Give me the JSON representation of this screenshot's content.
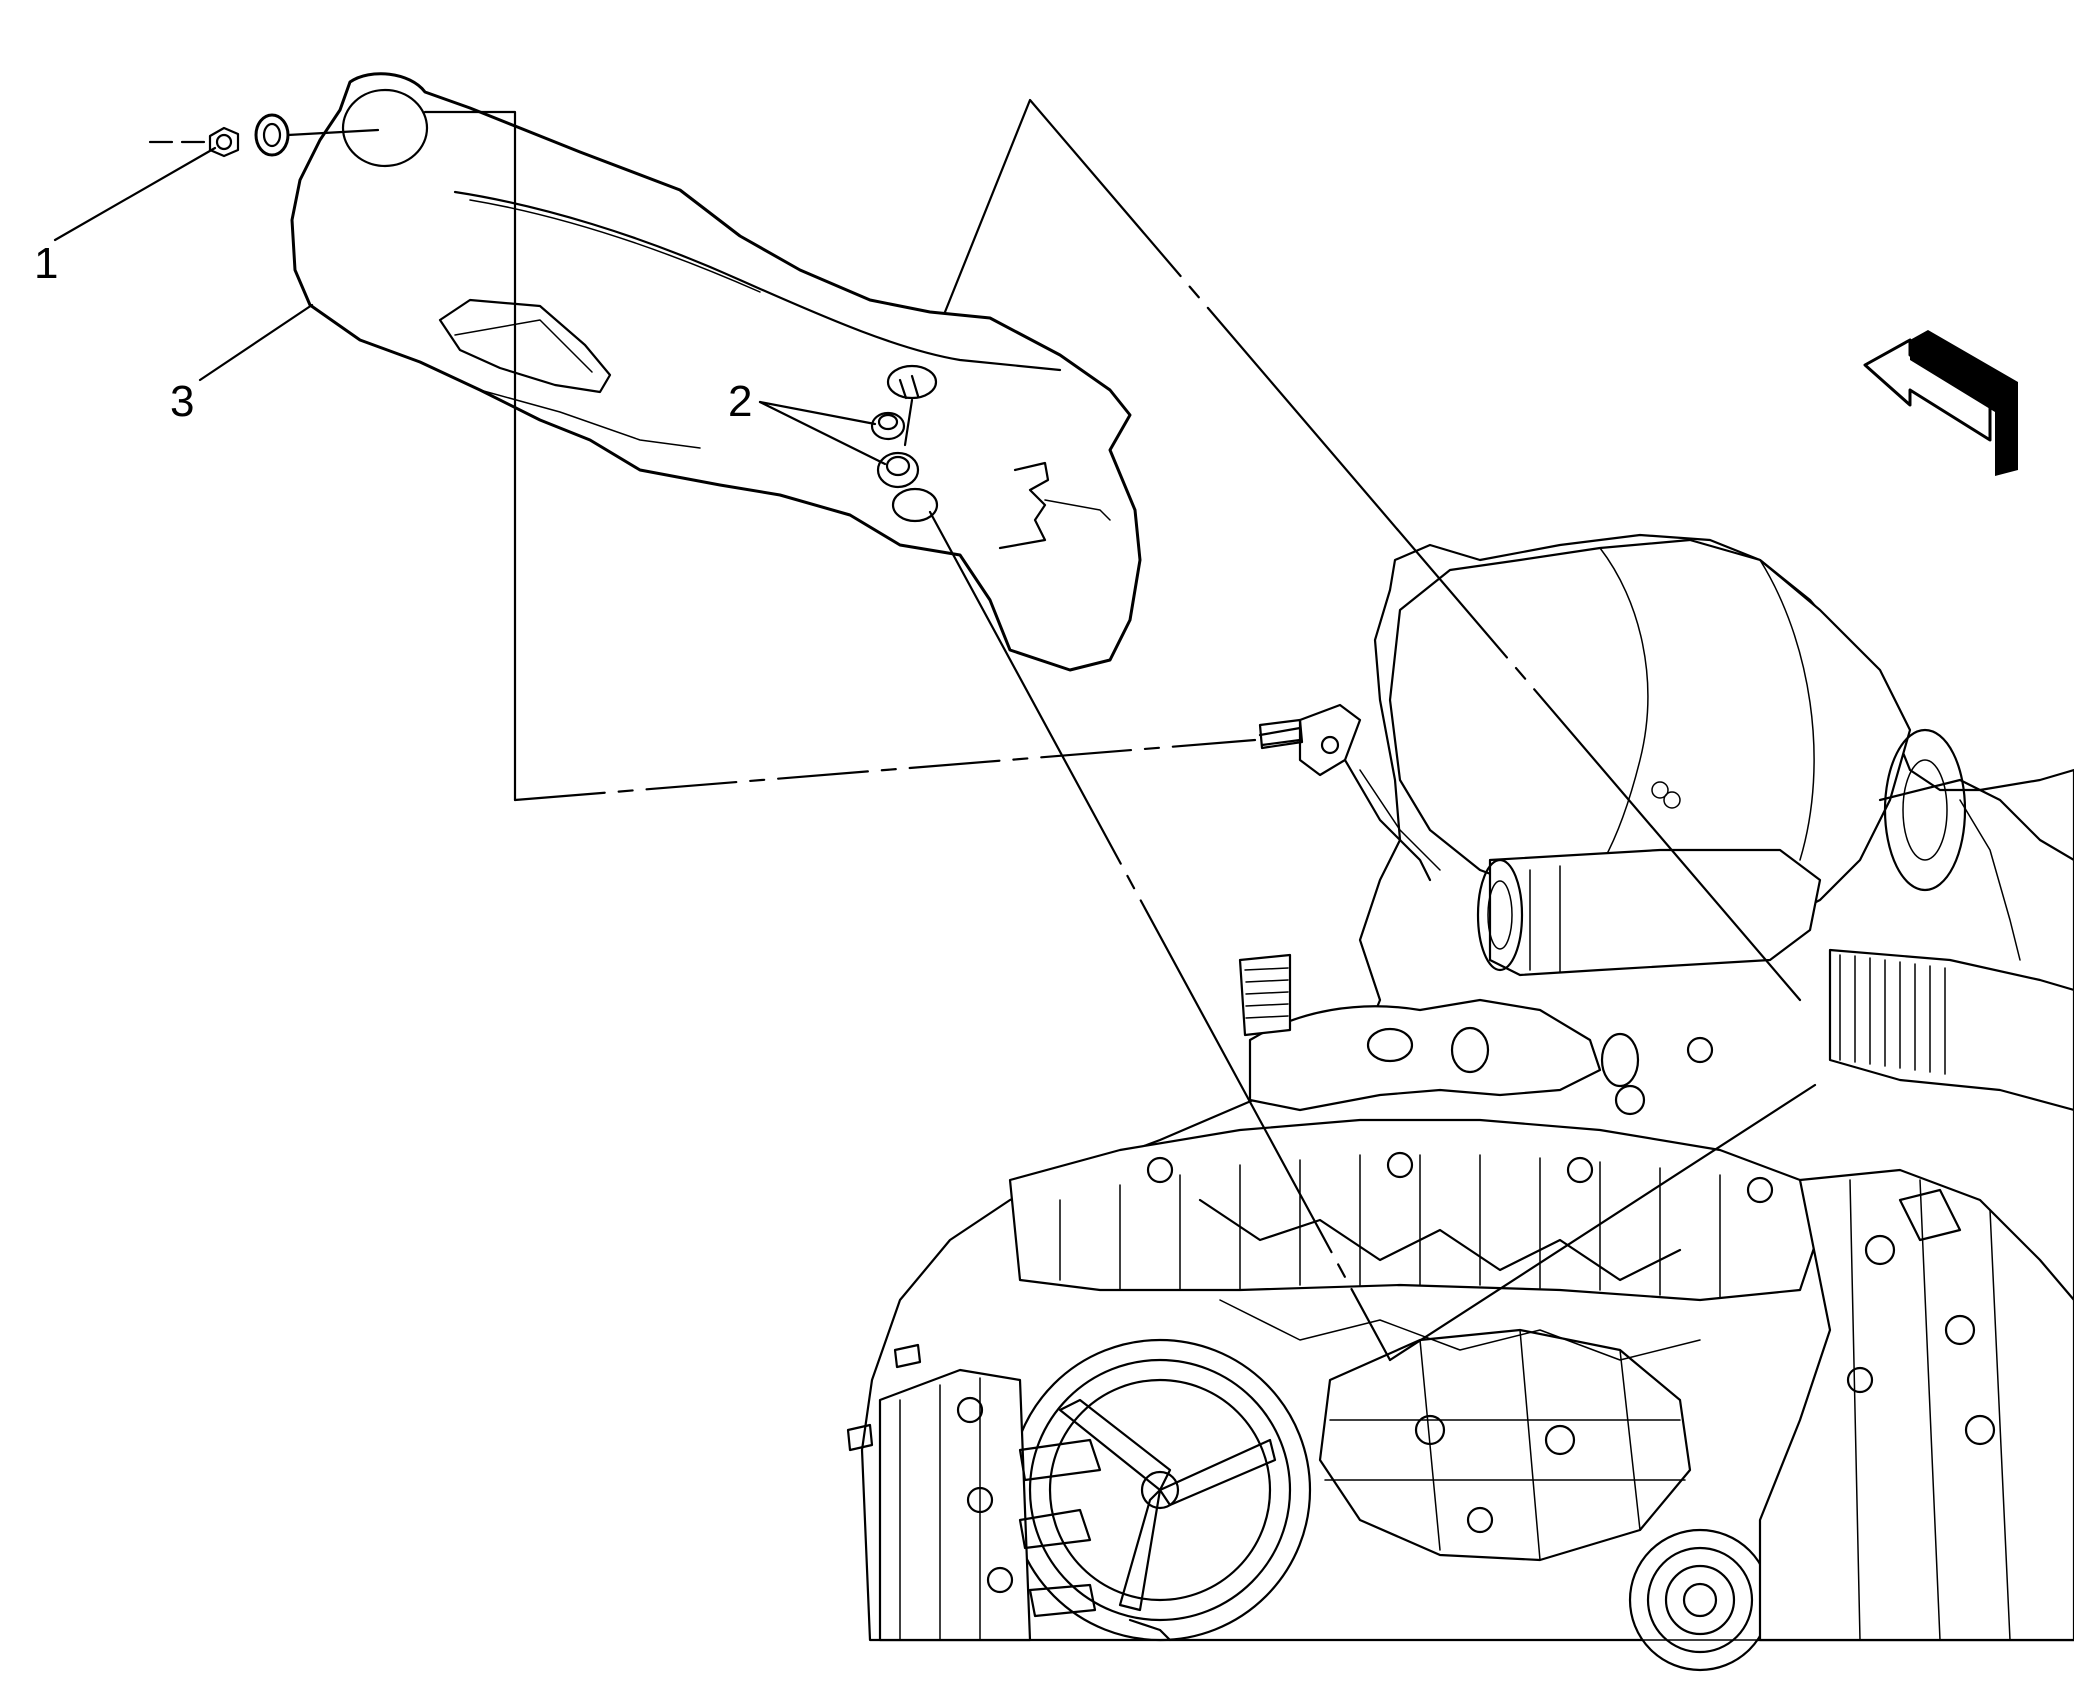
{
  "callouts": {
    "c1": "1",
    "c2": "2",
    "c3": "3"
  },
  "colors": {
    "line": "#000000",
    "background": "#ffffff"
  },
  "icons": {
    "direction": "front-direction-arrow-icon"
  }
}
